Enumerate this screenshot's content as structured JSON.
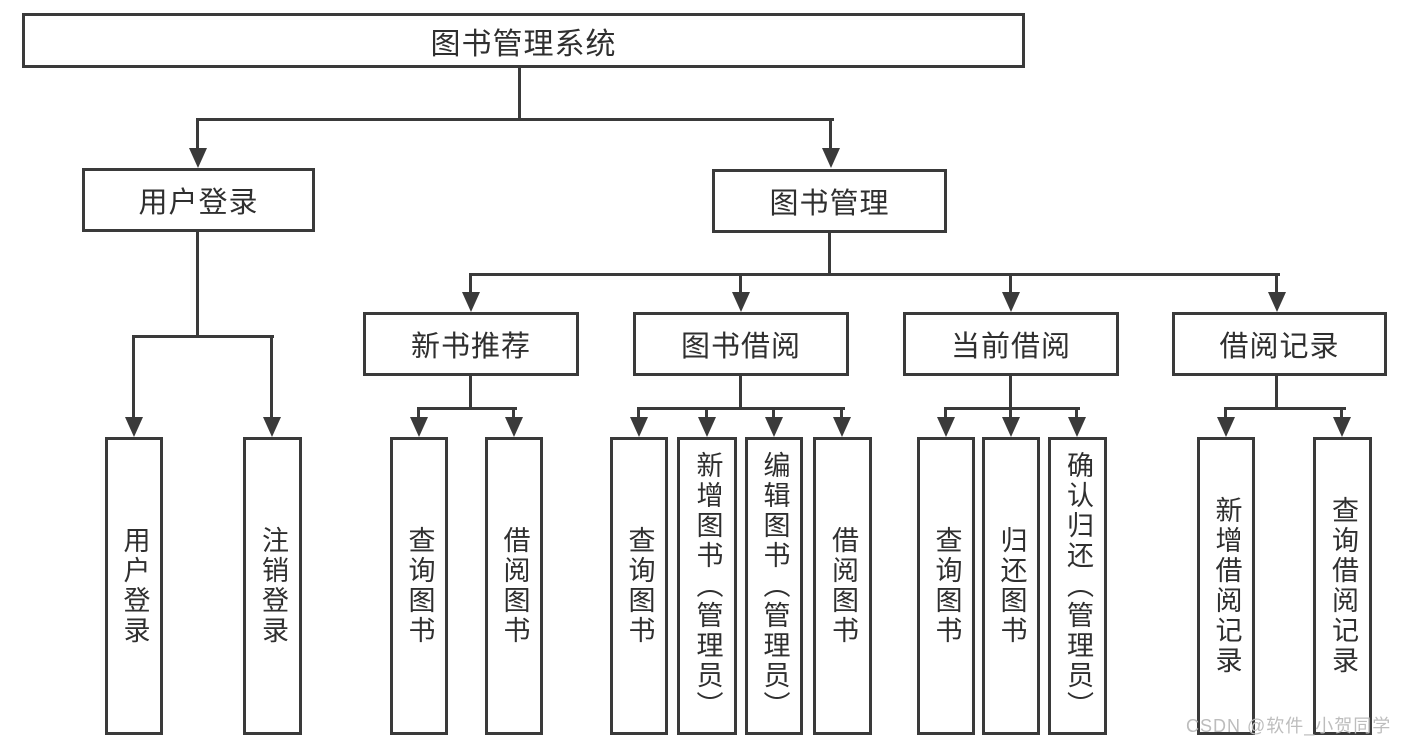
{
  "diagram": {
    "root": "图书管理系统",
    "branches": [
      {
        "label": "用户登录",
        "children": [
          "用户登录",
          "注销登录"
        ]
      },
      {
        "label": "图书管理",
        "children": [
          {
            "label": "新书推荐",
            "children": [
              "查询图书",
              "借阅图书"
            ]
          },
          {
            "label": "图书借阅",
            "children": [
              "查询图书",
              "新增图书（管理员）",
              "编辑图书（管理员）",
              "借阅图书"
            ]
          },
          {
            "label": "当前借阅",
            "children": [
              "查询图书",
              "归还图书",
              "确认归还（管理员）"
            ]
          },
          {
            "label": "借阅记录",
            "children": [
              "新增借阅记录",
              "查询借阅记录"
            ]
          }
        ]
      }
    ]
  },
  "colors": {
    "line": "#3a3a3a",
    "text": "#2f2f2f",
    "background": "#ffffff",
    "watermark": "#bdbdbd"
  },
  "watermark": {
    "text": "CSDN @软件_小贺同学"
  }
}
